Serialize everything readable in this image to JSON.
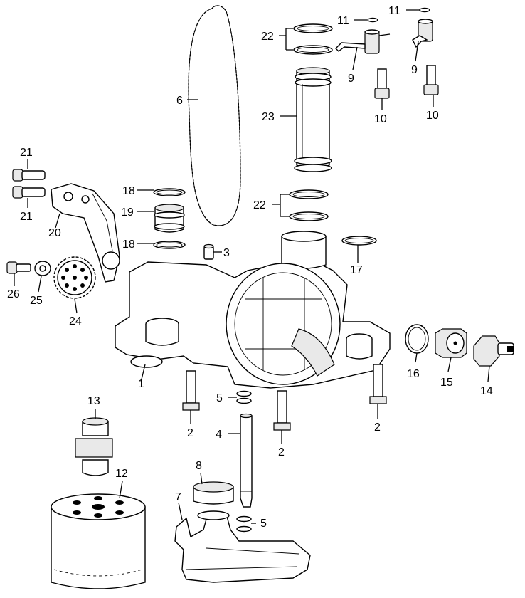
{
  "callouts": {
    "c1": "1",
    "c2a": "2",
    "c2b": "2",
    "c2c": "2",
    "c3": "3",
    "c4": "4",
    "c5a": "5",
    "c5b": "5",
    "c6": "6",
    "c7": "7",
    "c8": "8",
    "c9a": "9",
    "c9b": "9",
    "c10a": "10",
    "c10b": "10",
    "c11a": "11",
    "c11b": "11",
    "c12": "12",
    "c13": "13",
    "c14": "14",
    "c15": "15",
    "c16": "16",
    "c17": "17",
    "c18a": "18",
    "c18b": "18",
    "c19": "19",
    "c20": "20",
    "c21a": "21",
    "c21b": "21",
    "c22a": "22",
    "c22b": "22",
    "c23": "23",
    "c24": "24",
    "c25": "25",
    "c26": "26"
  }
}
